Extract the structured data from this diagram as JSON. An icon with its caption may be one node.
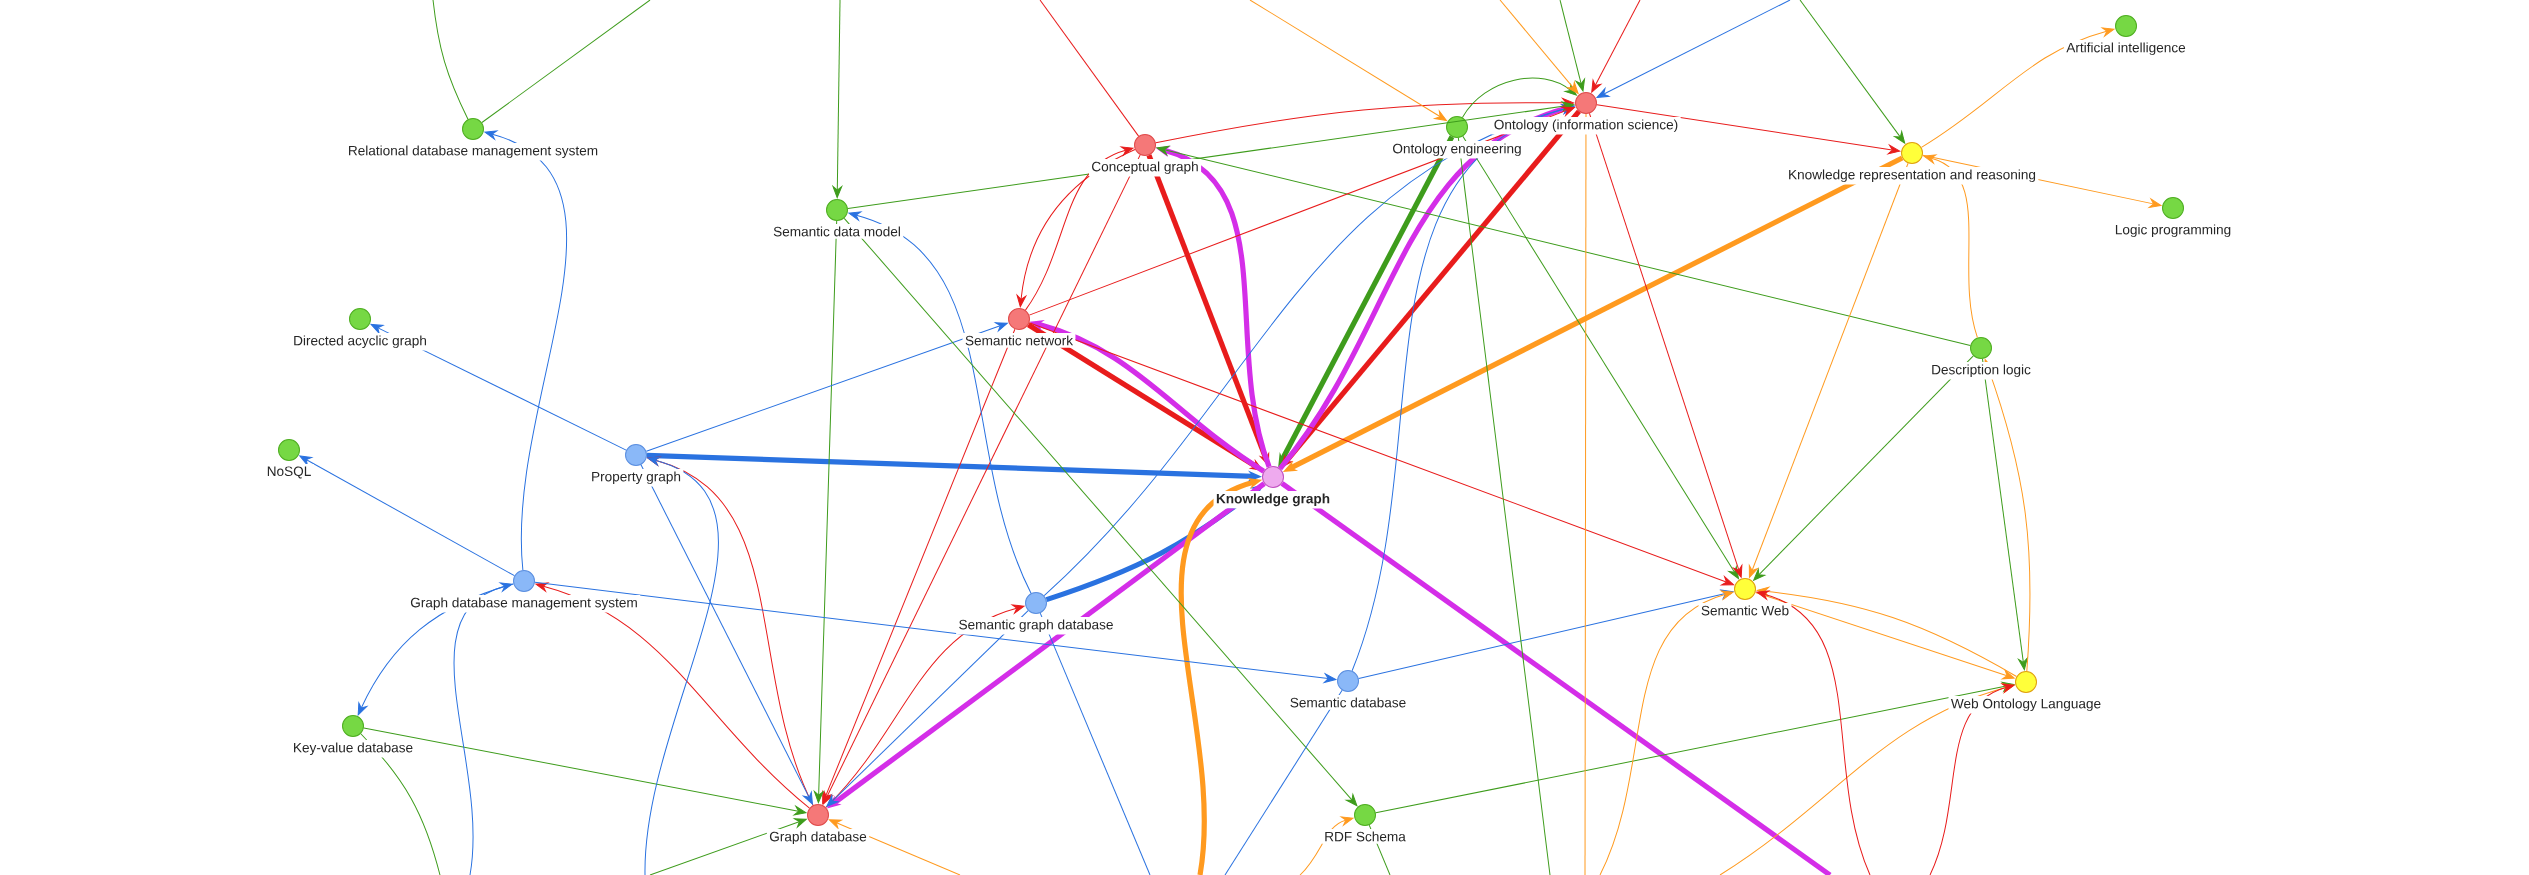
{
  "diagram": {
    "nodes": [
      {
        "text": [
          "Relational database management system"
        ]
      },
      {
        "text": [
          "Semantic data model"
        ]
      },
      {
        "text": [
          "Conceptual graph"
        ]
      },
      {
        "text": [
          "Ontology engineering"
        ]
      },
      {
        "text": [
          "Ontology (information science)"
        ]
      },
      {
        "text": [
          "Artificial intelligence"
        ]
      },
      {
        "text": [
          "Knowledge representation and reasoning"
        ]
      },
      {
        "text": [
          "Logic programming"
        ]
      },
      {
        "text": [
          "Directed acyclic graph"
        ]
      },
      {
        "text": [
          "Semantic network"
        ]
      },
      {
        "text": [
          "Description logic"
        ]
      },
      {
        "text": [
          "NoSQL"
        ]
      },
      {
        "text": [
          "Property graph"
        ]
      },
      {
        "text": [
          "Knowledge graph"
        ]
      },
      {
        "text": [
          "Graph database management system"
        ]
      },
      {
        "text": [
          "Semantic graph database"
        ]
      },
      {
        "text": [
          "Semantic Web"
        ]
      },
      {
        "text": [
          "Semantic database"
        ]
      },
      {
        "text": [
          "Web Ontology Language"
        ]
      },
      {
        "text": [
          "Key-value database"
        ]
      },
      {
        "text": [
          "Graph database"
        ]
      },
      {
        "text": [
          "RDF Schema"
        ]
      }
    ],
    "edges": [
      {
        "from": 12,
        "to": 13,
        "arrow": "to",
        "style": "thick",
        "color": "#2a72e0"
      },
      {
        "from": 15,
        "to": 13,
        "arrow": "to",
        "style": "thick",
        "color": "#2a72e0"
      },
      {
        "from": 9,
        "to": 13,
        "arrow": "to",
        "style": "thick",
        "color": "#e81c1c"
      },
      {
        "from": 13,
        "to": 9,
        "arrow": "to",
        "style": "thick",
        "color": "#d42ee8"
      },
      {
        "from": 2,
        "to": 13,
        "arrow": "to",
        "style": "thick",
        "color": "#e81c1c"
      },
      {
        "from": 13,
        "to": 2,
        "arrow": "to",
        "style": "thick",
        "color": "#d42ee8"
      },
      {
        "from": 3,
        "to": 13,
        "arrow": "to",
        "style": "thick",
        "color": "#3e9c1c"
      },
      {
        "from": 4,
        "to": 13,
        "arrow": "to",
        "style": "thick",
        "color": "#e81c1c"
      },
      {
        "from": 13,
        "to": 4,
        "arrow": "to",
        "style": "thick",
        "color": "#d42ee8"
      },
      {
        "from": 6,
        "to": 13,
        "arrow": "to",
        "style": "thick",
        "color": "#ff9a1f"
      },
      {
        "from": 13,
        "to": 20,
        "arrow": "to",
        "style": "thick",
        "color": "#d42ee8"
      },
      {
        "from": 13,
        "to": null,
        "arrow": "none",
        "style": "thick",
        "color": "#d42ee8"
      },
      {
        "from": null,
        "to": 13,
        "arrow": "to",
        "style": "thick",
        "color": "#ff9a1f"
      },
      {
        "from": 15,
        "to": 4,
        "arrow": "to",
        "color": "#2a72e0"
      },
      {
        "from": 17,
        "to": 4,
        "arrow": "to",
        "color": "#2a72e0"
      },
      {
        "from": 2,
        "to": 4,
        "arrow": "to",
        "color": "#e81c1c"
      },
      {
        "from": 10,
        "to": 2,
        "arrow": "to",
        "color": "#3e9c1c"
      },
      {
        "from": 1,
        "to": 4,
        "arrow": "to",
        "color": "#3e9c1c"
      },
      {
        "from": 9,
        "to": 4,
        "arrow": "to",
        "color": "#e81c1c"
      },
      {
        "from": 3,
        "to": 4,
        "arrow": "to",
        "color": "#3e9c1c"
      },
      {
        "from": 2,
        "to": 9,
        "arrow": "to",
        "color": "#e81c1c"
      },
      {
        "from": 9,
        "to": 2,
        "arrow": "to",
        "color": "#e81c1c"
      },
      {
        "from": 2,
        "to": 20,
        "arrow": "to",
        "color": "#e81c1c"
      },
      {
        "from": 9,
        "to": 20,
        "arrow": "to",
        "color": "#e81c1c"
      },
      {
        "from": 20,
        "to": 15,
        "arrow": "to",
        "color": "#e81c1c"
      },
      {
        "from": 20,
        "to": 14,
        "arrow": "to",
        "color": "#e81c1c"
      },
      {
        "from": 20,
        "to": 12,
        "arrow": "to",
        "color": "#e81c1c"
      },
      {
        "from": 12,
        "to": 20,
        "arrow": "to",
        "color": "#2a72e0"
      },
      {
        "from": 15,
        "to": 20,
        "arrow": "to",
        "color": "#2a72e0"
      },
      {
        "from": 1,
        "to": 20,
        "arrow": "to",
        "color": "#3e9c1c"
      },
      {
        "from": 19,
        "to": 20,
        "arrow": "to",
        "color": "#3e9c1c"
      },
      {
        "from": null,
        "to": 20,
        "arrow": "to",
        "color": "#3e9c1c"
      },
      {
        "from": 14,
        "to": 11,
        "arrow": "to",
        "color": "#2a72e0"
      },
      {
        "from": 14,
        "to": 19,
        "arrow": "to",
        "color": "#2a72e0"
      },
      {
        "from": 14,
        "to": 0,
        "arrow": "to",
        "color": "#2a72e0"
      },
      {
        "from": 12,
        "to": 8,
        "arrow": "to",
        "color": "#2a72e0"
      },
      {
        "from": 12,
        "to": 9,
        "arrow": "to",
        "color": "#2a72e0"
      },
      {
        "from": 14,
        "to": 17,
        "arrow": "to",
        "color": "#2a72e0"
      },
      {
        "from": 17,
        "to": 16,
        "arrow": "to",
        "color": "#2a72e0"
      },
      {
        "from": null,
        "to": 12,
        "arrow": "to",
        "color": "#2a72e0"
      },
      {
        "from": null,
        "to": 14,
        "arrow": "to",
        "color": "#2a72e0"
      },
      {
        "from": 15,
        "to": 1,
        "arrow": "to",
        "color": "#2a72e0"
      },
      {
        "from": 1,
        "to": 21,
        "arrow": "to",
        "color": "#3e9c1c"
      },
      {
        "from": 21,
        "to": 18,
        "arrow": "to",
        "color": "#3e9c1c"
      },
      {
        "from": 9,
        "to": 16,
        "arrow": "to",
        "color": "#e81c1c"
      },
      {
        "from": 3,
        "to": 16,
        "arrow": "to",
        "color": "#3e9c1c"
      },
      {
        "from": 10,
        "to": 16,
        "arrow": "to",
        "color": "#3e9c1c"
      },
      {
        "from": 10,
        "to": 18,
        "arrow": "to",
        "color": "#3e9c1c"
      },
      {
        "from": 18,
        "to": 10,
        "arrow": "to",
        "color": "#ff9a1f"
      },
      {
        "from": 10,
        "to": 6,
        "arrow": "to",
        "color": "#ff9a1f"
      },
      {
        "from": 6,
        "to": 5,
        "arrow": "to",
        "color": "#ff9a1f"
      },
      {
        "from": 6,
        "to": 7,
        "arrow": "to",
        "color": "#ff9a1f"
      },
      {
        "from": 4,
        "to": 6,
        "arrow": "to",
        "color": "#e81c1c"
      },
      {
        "from": 6,
        "to": 16,
        "arrow": "to",
        "color": "#ff9a1f"
      },
      {
        "from": 16,
        "to": 18,
        "arrow": "to",
        "color": "#ff9a1f"
      },
      {
        "from": 18,
        "to": 16,
        "arrow": "to",
        "color": "#ff9a1f"
      },
      {
        "from": 4,
        "to": 16,
        "arrow": "to",
        "color": "#e81c1c"
      },
      {
        "from": null,
        "to": 4,
        "arrow": "to",
        "color": "#3e9c1c"
      },
      {
        "from": null,
        "to": 4,
        "arrow": "to",
        "color": "#ff9a1f"
      },
      {
        "from": null,
        "to": 4,
        "arrow": "to",
        "color": "#e81c1c"
      },
      {
        "from": null,
        "to": 4,
        "arrow": "to",
        "color": "#2a72e0"
      },
      {
        "from": null,
        "to": 6,
        "arrow": "to",
        "color": "#3e9c1c"
      },
      {
        "from": null,
        "to": 1,
        "arrow": "to",
        "color": "#3e9c1c"
      },
      {
        "from": 0,
        "to": null,
        "arrow": "none",
        "color": "#3e9c1c"
      },
      {
        "from": null,
        "to": 0,
        "arrow": "none",
        "color": "#3e9c1c"
      },
      {
        "from": null,
        "to": 16,
        "arrow": "to",
        "color": "#ff9a1f"
      },
      {
        "from": null,
        "to": 18,
        "arrow": "to",
        "color": "#ff9a1f"
      },
      {
        "from": null,
        "to": 18,
        "arrow": "to",
        "color": "#e81c1c"
      },
      {
        "from": 17,
        "to": null,
        "arrow": "none",
        "color": "#2a72e0"
      },
      {
        "from": 15,
        "to": null,
        "arrow": "none",
        "color": "#2a72e0"
      },
      {
        "from": 21,
        "to": null,
        "arrow": "none",
        "color": "#3e9c1c"
      },
      {
        "from": null,
        "to": 21,
        "arrow": "to",
        "color": "#ff9a1f"
      },
      {
        "from": 19,
        "to": null,
        "arrow": "none",
        "color": "#3e9c1c"
      },
      {
        "from": 4,
        "to": null,
        "arrow": "none",
        "color": "#ff9a1f"
      },
      {
        "from": 3,
        "to": null,
        "arrow": "none",
        "color": "#3e9c1c"
      },
      {
        "from": null,
        "to": 2,
        "arrow": "none",
        "color": "#e81c1c"
      },
      {
        "from": null,
        "to": 3,
        "arrow": "to",
        "color": "#ff9a1f"
      },
      {
        "from": null,
        "to": 20,
        "arrow": "to",
        "color": "#ff9a1f"
      },
      {
        "from": null,
        "to": 16,
        "arrow": "to",
        "color": "#e81c1c"
      }
    ]
  }
}
